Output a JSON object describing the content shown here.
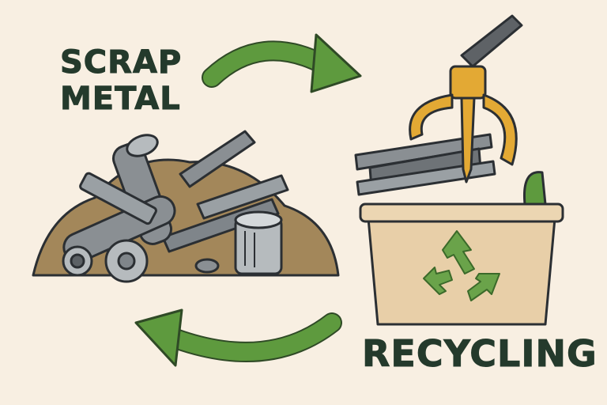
{
  "labels": {
    "scrap_line1": "SCRAP",
    "scrap_line2": "METAL",
    "recycling": "RECYCLING"
  },
  "icons": {
    "arrow": "green-curved-arrow",
    "bin": "recycling-bin",
    "recycle_symbol": "recycle-symbol-icon",
    "claw": "crane-claw",
    "beam": "steel-i-beam",
    "pile": "scrap-metal-pile"
  },
  "colors": {
    "background": "#f8efe2",
    "arrow_green": "#5e9a3e",
    "text": "#243a2c",
    "claw": "#e3a934",
    "bin": "#e8cfa8",
    "metal": "#8a8f93",
    "dirt": "#a3875a"
  }
}
